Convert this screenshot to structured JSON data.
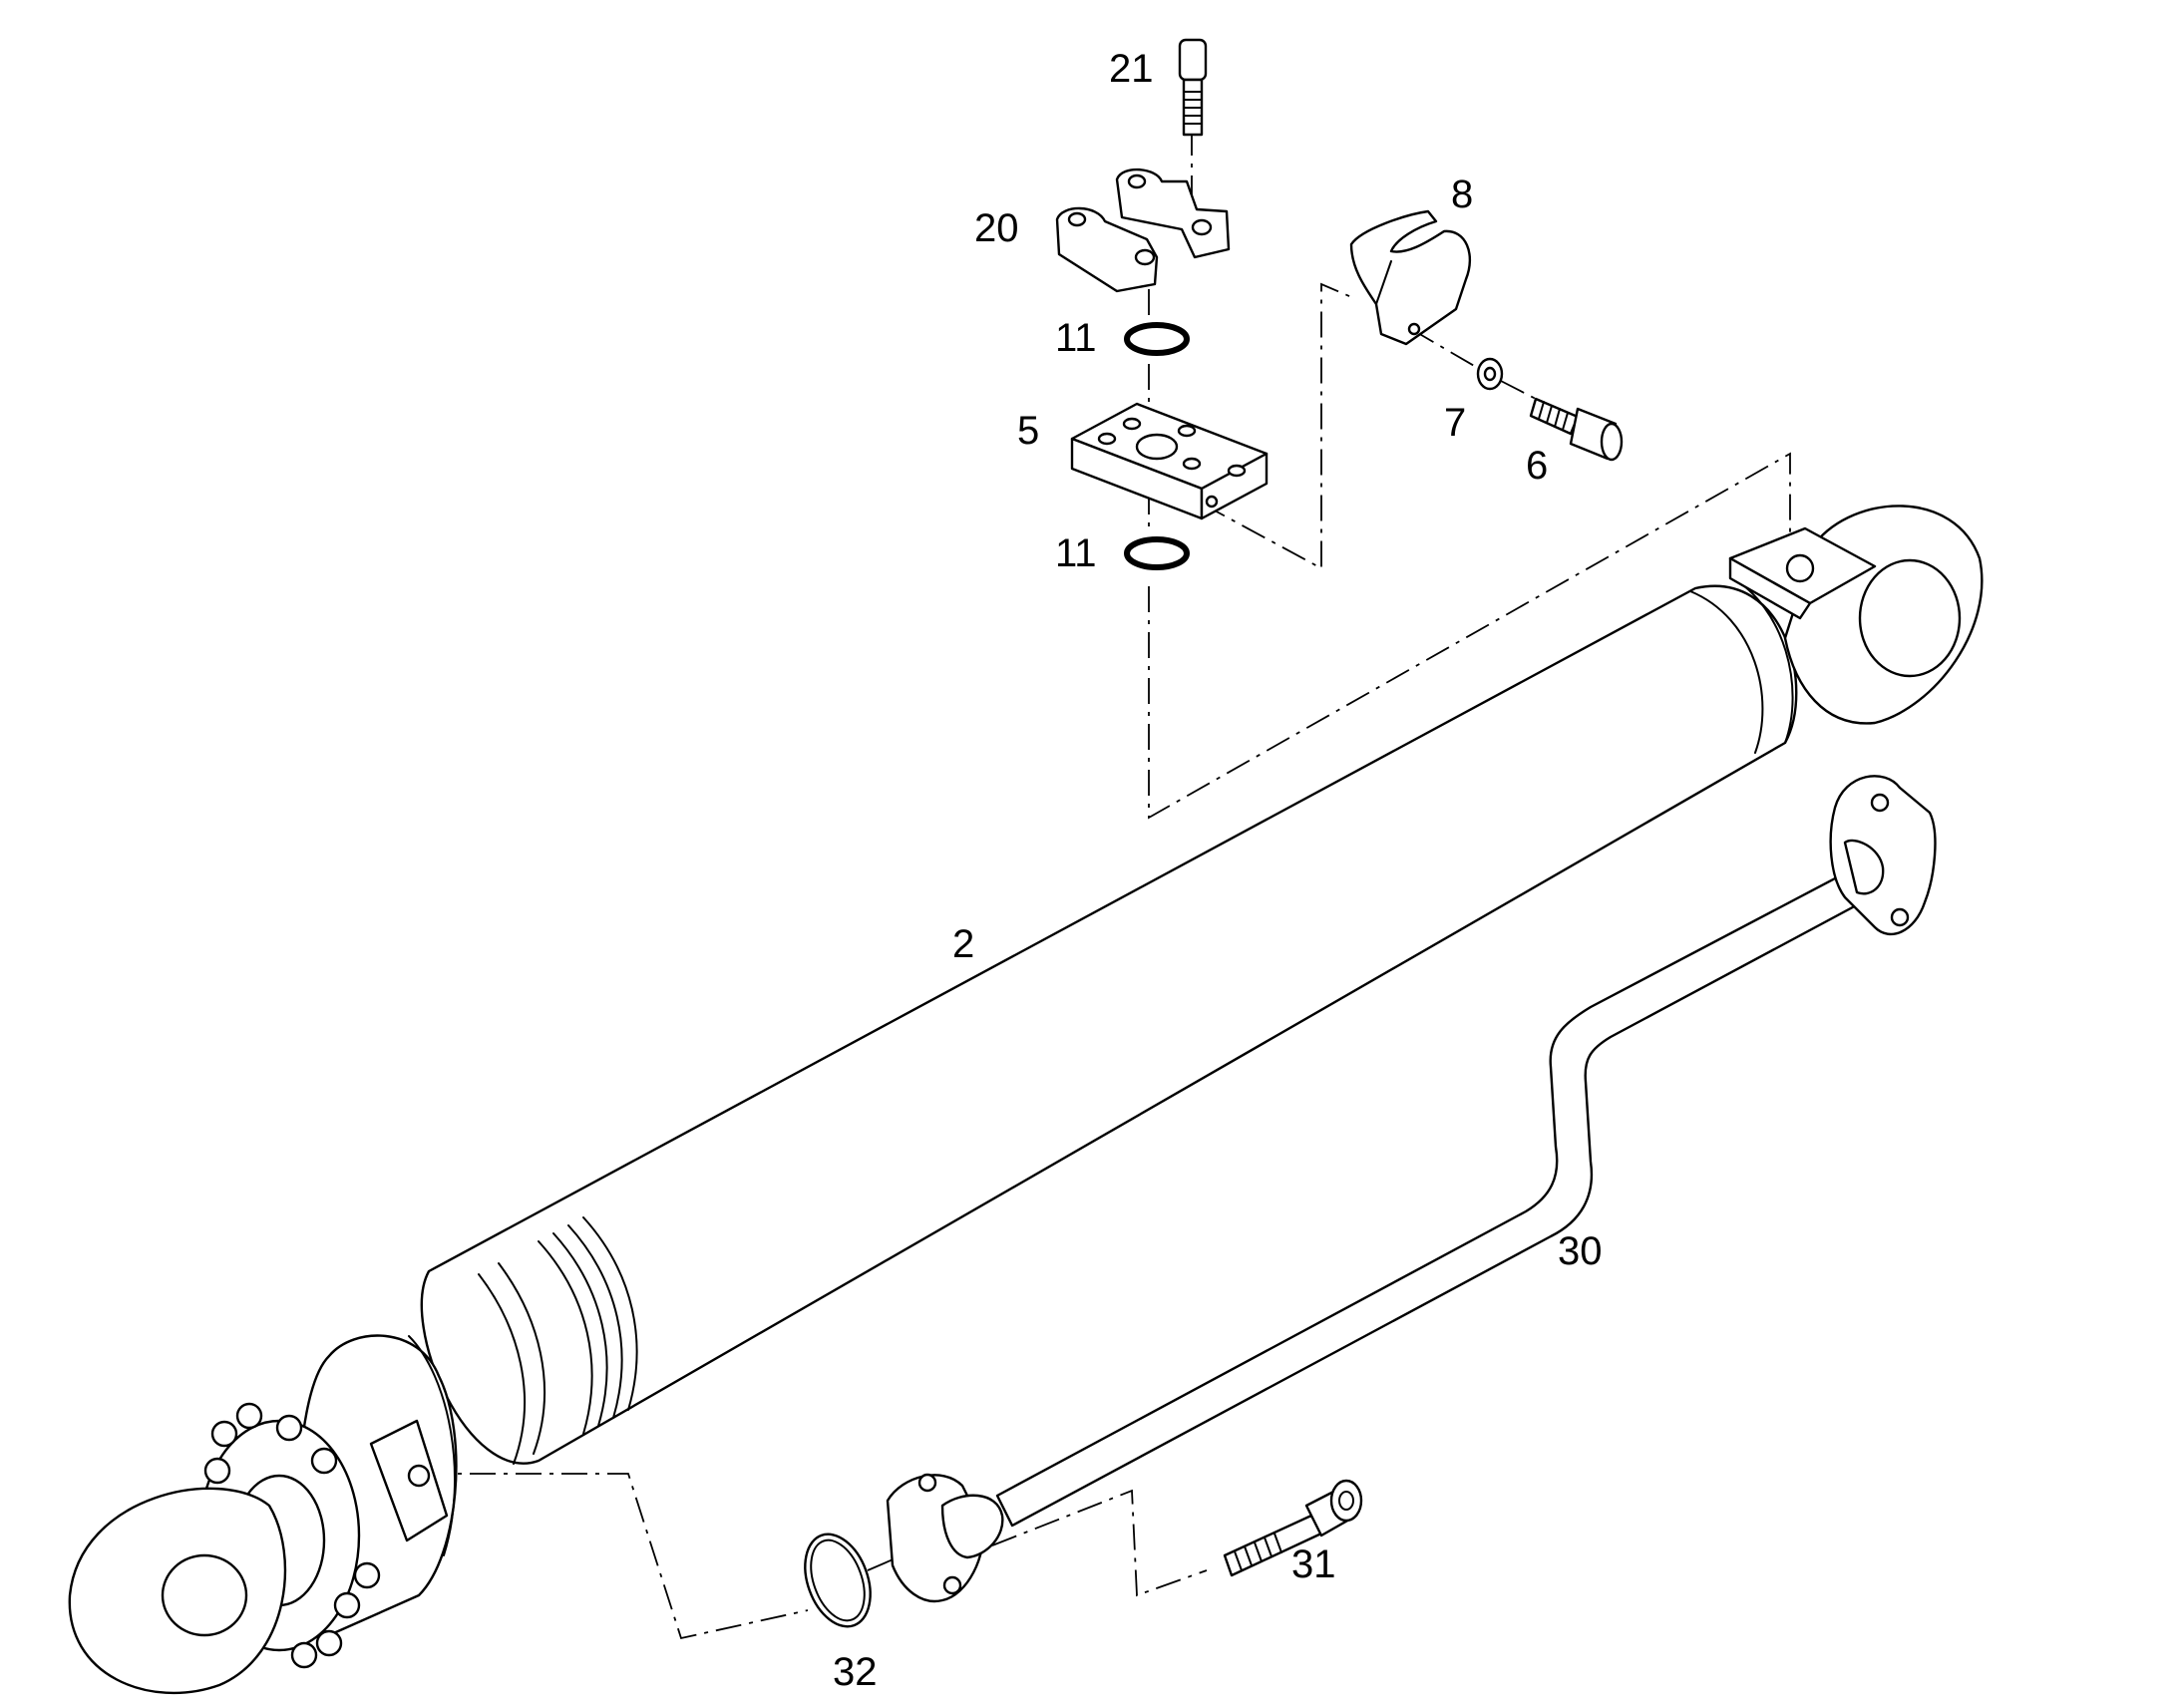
{
  "callouts": {
    "c21": "21",
    "c20": "20",
    "c8": "8",
    "c11_top": "11",
    "c5": "5",
    "c7": "7",
    "c6": "6",
    "c11_bottom": "11",
    "c2": "2",
    "c30": "30",
    "c31": "31",
    "c32": "32"
  }
}
